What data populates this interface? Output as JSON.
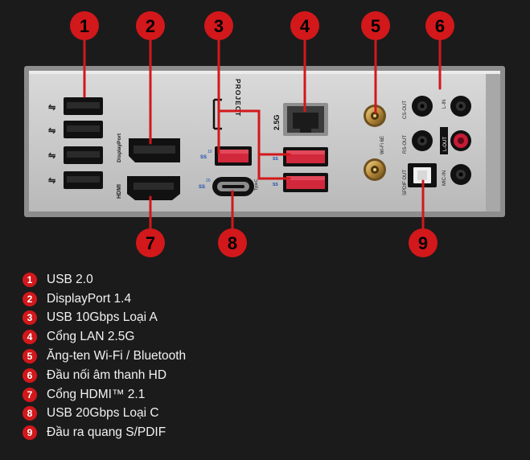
{
  "colors": {
    "background": "#1b1b1b",
    "badge": "#d2181b",
    "panel": "#c9c9c9",
    "usb_red": "#d2283c"
  },
  "callouts": [
    {
      "number": "1"
    },
    {
      "number": "2"
    },
    {
      "number": "3"
    },
    {
      "number": "4"
    },
    {
      "number": "5"
    },
    {
      "number": "6"
    },
    {
      "number": "7"
    },
    {
      "number": "8"
    },
    {
      "number": "9"
    }
  ],
  "panel_labels": {
    "hdmi": "HDMI",
    "displayport": "DisplayPort",
    "project": "PROJECT",
    "typec": "TypeC",
    "lan_speed": "2.5G",
    "wifi": "Wi-Fi 6E",
    "cs_out": "CS-OUT",
    "rs_out": "RS-OUT",
    "spdif_out": "SPDIF OUT",
    "line_in": "L-IN",
    "line_out": "L-OUT",
    "mic_in": "MIC-IN",
    "ss10": "10",
    "ss20": "20"
  },
  "legend": [
    {
      "number": "1",
      "text": "USB 2.0"
    },
    {
      "number": "2",
      "text": "DisplayPort 1.4"
    },
    {
      "number": "3",
      "text": "USB 10Gbps Loại A"
    },
    {
      "number": "4",
      "text": "Cổng LAN 2.5G"
    },
    {
      "number": "5",
      "text": "Ăng-ten Wi-Fi / Bluetooth"
    },
    {
      "number": "6",
      "text": "Đầu nối âm thanh HD"
    },
    {
      "number": "7",
      "text": "Cổng HDMI™ 2.1"
    },
    {
      "number": "8",
      "text": "USB 20Gbps Loại C"
    },
    {
      "number": "9",
      "text": "Đầu ra quang S/PDIF"
    }
  ]
}
